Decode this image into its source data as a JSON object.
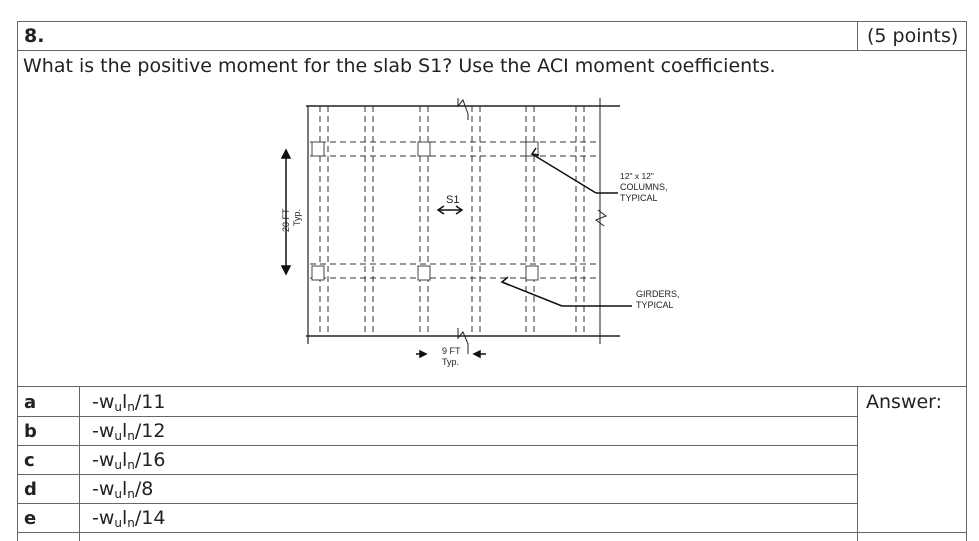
{
  "question": {
    "number": "8.",
    "points": "(5 points)",
    "prompt": "What is the positive moment for the slab S1?  Use the ACI moment coefficients."
  },
  "diagram": {
    "slab_label": "S1",
    "columns_label_line1": "12\" x 12\"",
    "columns_label_line2": "COLUMNS,",
    "columns_label_line3": "TYPICAL",
    "girders_label_line1": "GIRDERS,",
    "girders_label_line2": "TYPICAL",
    "span_label_line1": "20 FT",
    "span_label_line2": "Typ.",
    "spacing_label_line1": "9 FT",
    "spacing_label_line2": "Typ."
  },
  "options": [
    {
      "letter": "a",
      "prefix": "-w",
      "sub1": "u",
      "mid": "l",
      "sub2": "n",
      "suffix": "/11"
    },
    {
      "letter": "b",
      "prefix": "-w",
      "sub1": "u",
      "mid": "l",
      "sub2": "n",
      "suffix": "/12"
    },
    {
      "letter": "c",
      "prefix": "-w",
      "sub1": "u",
      "mid": "l",
      "sub2": "n",
      "suffix": "/16"
    },
    {
      "letter": "d",
      "prefix": "-w",
      "sub1": "u",
      "mid": "l",
      "sub2": "n",
      "suffix": "/8"
    },
    {
      "letter": "e",
      "prefix": "-w",
      "sub1": "u",
      "mid": "l",
      "sub2": "n",
      "suffix": "/14"
    }
  ],
  "answer_label": "Answer:"
}
